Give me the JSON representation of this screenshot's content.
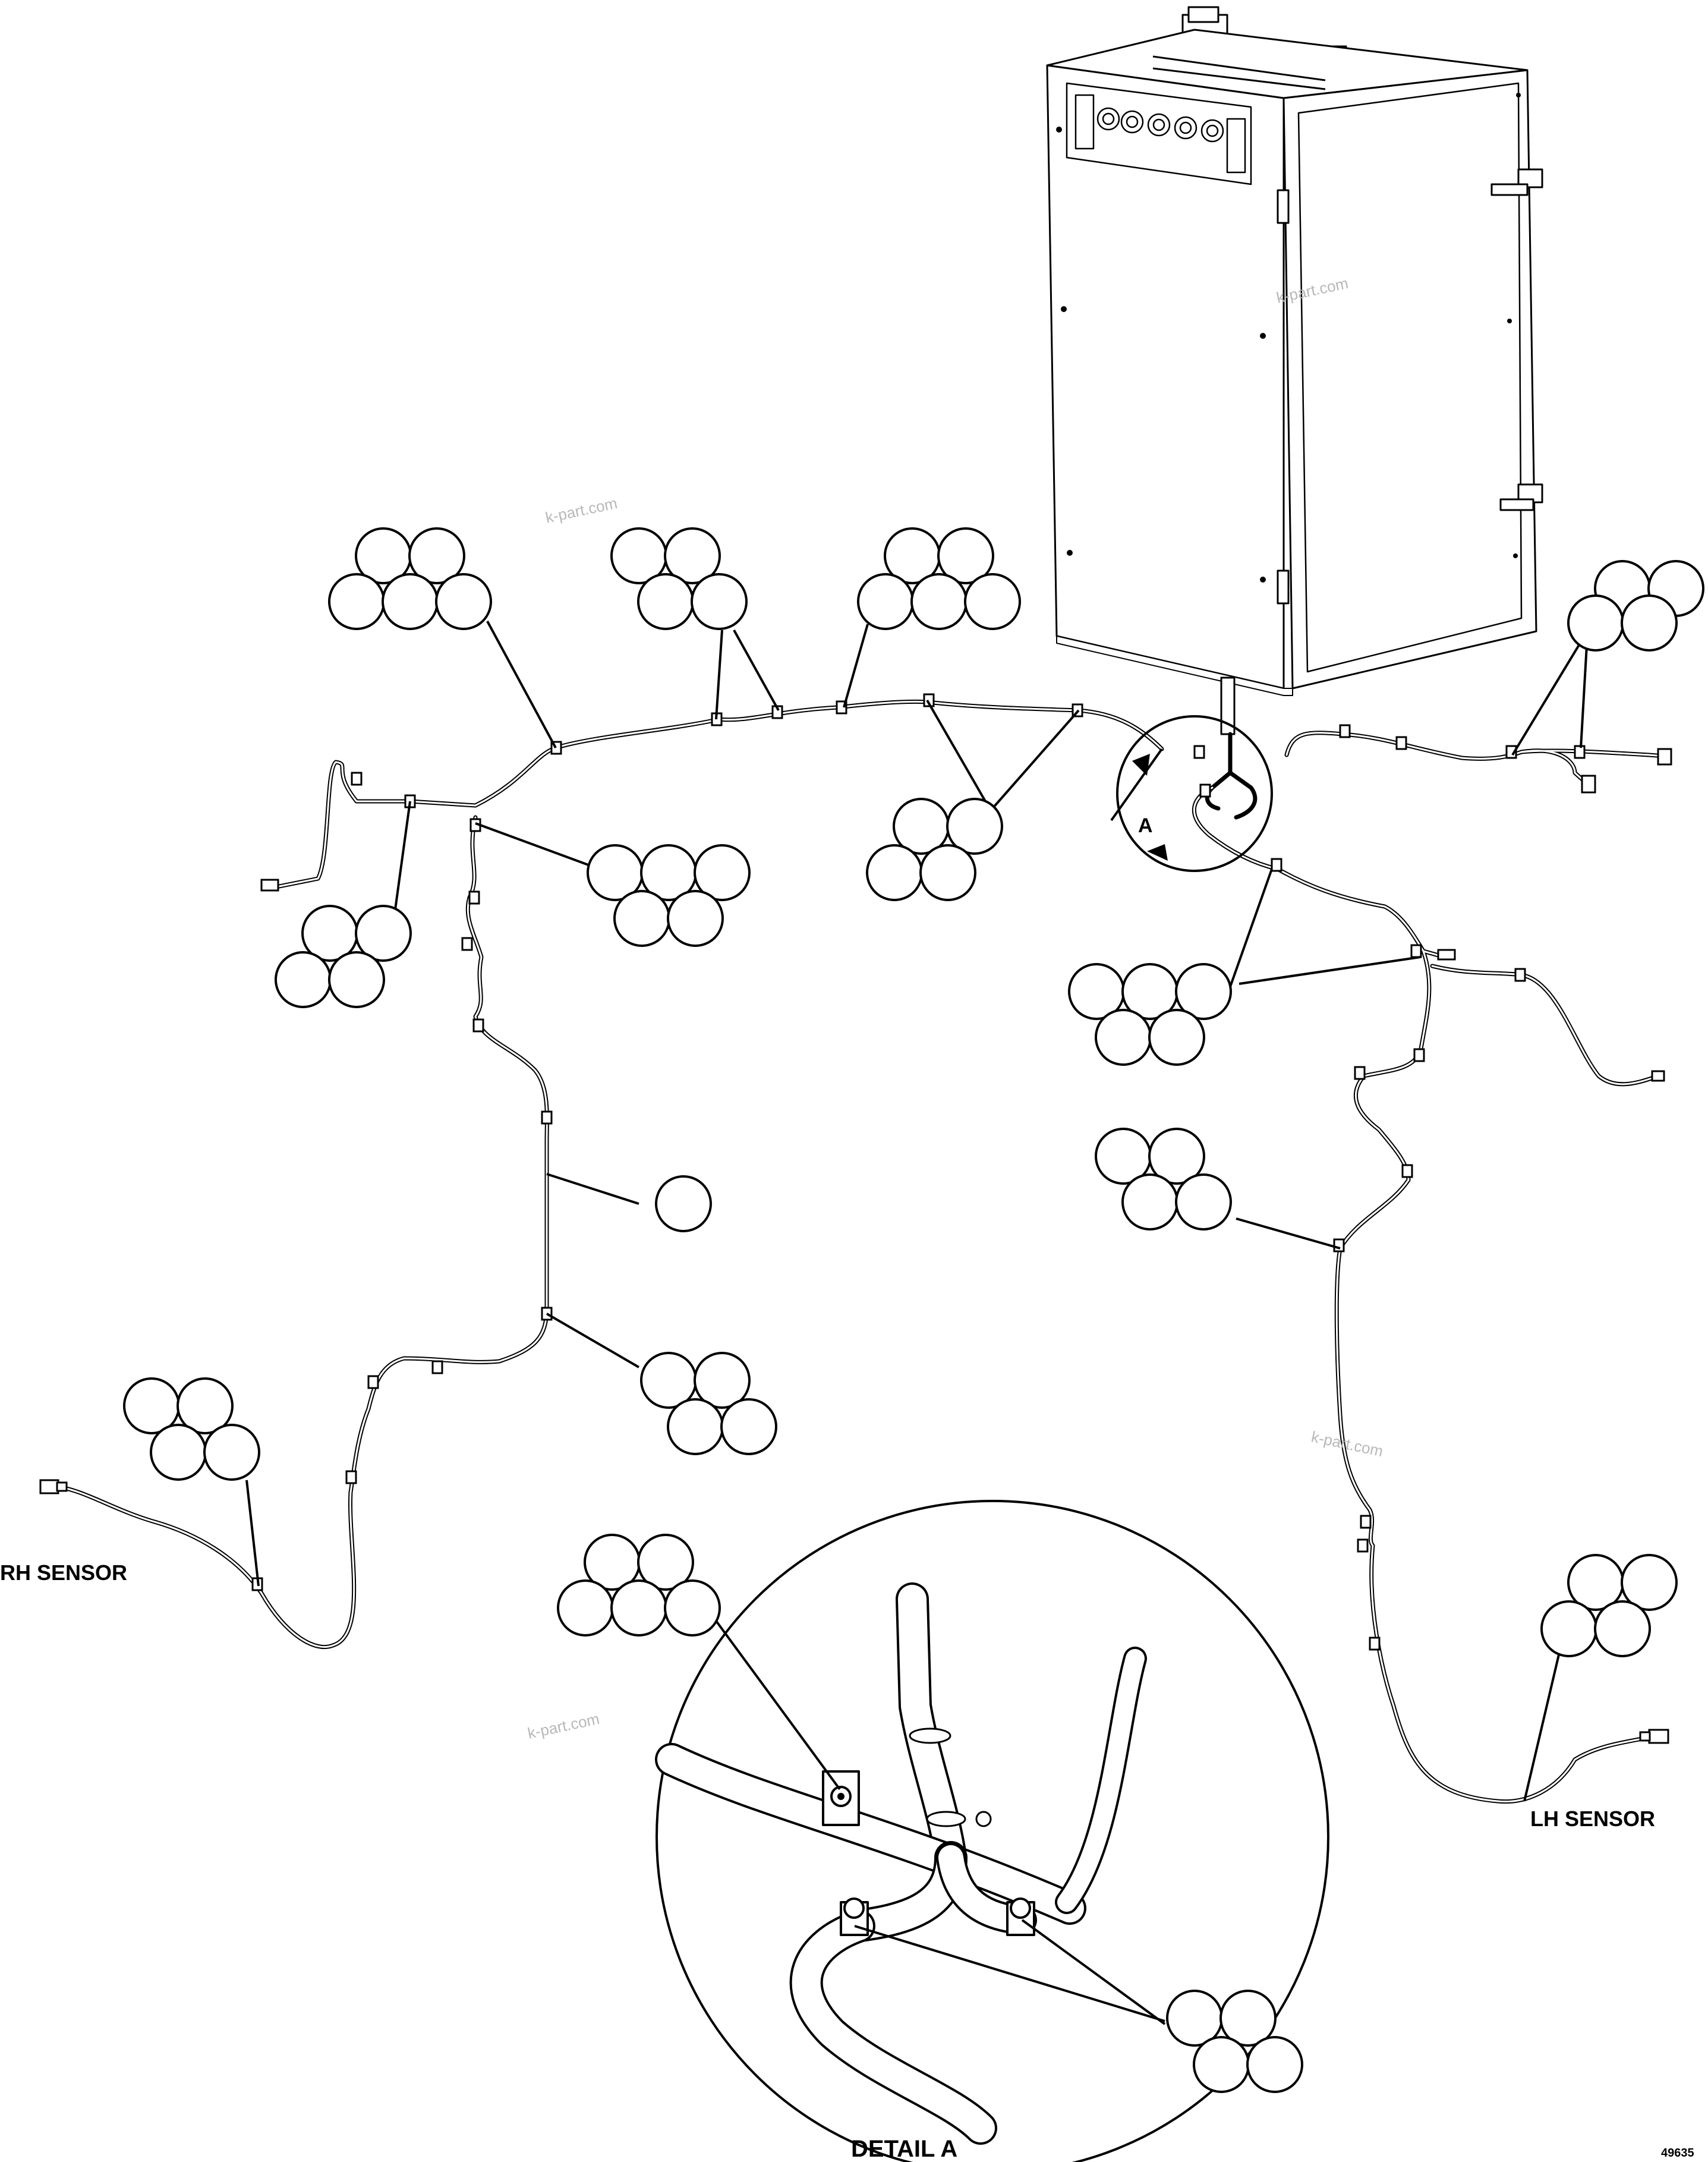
{
  "labels": {
    "rh_sensor": "RH SENSOR",
    "lh_sensor": "LH SENSOR",
    "detail_a": "DETAIL A",
    "view_a": "A",
    "drawing_no": "49635"
  },
  "watermark": "k-part.com",
  "colors": {
    "line": "#000000",
    "background": "#ffffff",
    "watermark": "#b8b8b8"
  }
}
